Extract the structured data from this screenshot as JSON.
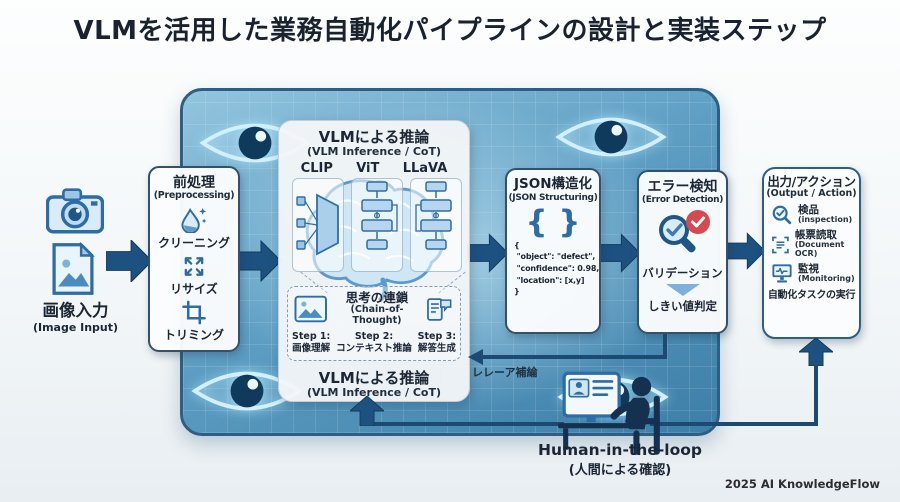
{
  "title": "VLMを活用した業務自動化パイプラインの設計と実装ステップ",
  "credit": "2025 AI KnowledgeFlow",
  "input_section": {
    "label_jp": "画像入力",
    "label_en": "(Image Input)"
  },
  "preprocessing": {
    "title_jp": "前処理",
    "title_en": "(Preprocessing)",
    "items": [
      "クリーニング",
      "リサイズ",
      "トリミング"
    ]
  },
  "vlm_box": {
    "title_jp": "VLMによる推論",
    "title_en": "(VLM Inference / CoT)",
    "models": [
      "CLIP",
      "ViT",
      "LLaVA"
    ],
    "cot": {
      "title_jp": "思考の連鎖",
      "title_en": "(Chain-of-Thought)",
      "steps": [
        {
          "step": "Step 1:",
          "desc": "画像理解"
        },
        {
          "step": "Step 2:",
          "desc": "コンテキスト推論"
        },
        {
          "step": "Step 3:",
          "desc": "解答生成"
        }
      ]
    },
    "bottom_jp": "VLMによる推論",
    "bottom_en": "(VLM Inference / CoT)"
  },
  "json_box": {
    "title_jp": "JSON構造化",
    "title_en": "(JSON Structuring)",
    "brace_glyph": "{ }",
    "code": "{\n \"object\": \"defect\",\n \"confidence\": 0.98,\n \"location\": [x,y]\n}"
  },
  "error_box": {
    "title_jp": "エラー検知",
    "title_en": "(Error Detection)",
    "validation": "バリデーション",
    "threshold": "しきい値判定"
  },
  "output_box": {
    "title_jp": "出力/アクション",
    "title_en": "(Output / Action)",
    "items": [
      {
        "jp": "検品",
        "en": "(inspection)"
      },
      {
        "jp": "帳票読取",
        "en": "(Document OCR)"
      },
      {
        "jp": "監視",
        "en": "(Monitoring)"
      }
    ],
    "footer": "自動化タスクの実行"
  },
  "feedback_label": "レレーア補綸",
  "hitl": {
    "title": "Human-in-the-loop",
    "subtitle": "(人間による確認)"
  },
  "colors": {
    "arrow": "#1d5180",
    "line": "#1d4a72",
    "panel_border": "#2b5f86",
    "accent_blue": "#2d6ca5",
    "error_badge_red": "#d6494f",
    "title_text": "#1a2230"
  }
}
